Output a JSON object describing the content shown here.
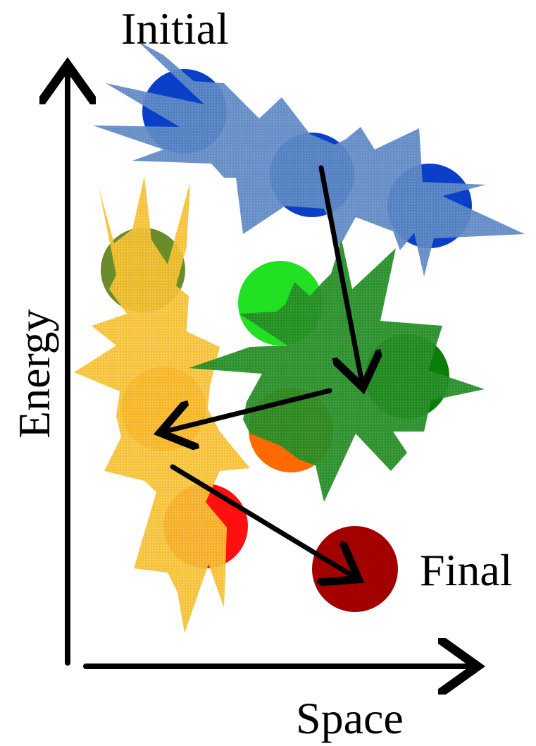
{
  "labels": {
    "initial": "Initial",
    "final": "Final",
    "x_axis": "Space",
    "y_axis": "Energy"
  },
  "colors": {
    "blue_blob": "#5b86c2",
    "yellow_blob": "#f7c030",
    "green_blob": "#2a8a2a",
    "blue_circle": "#0a3fc8",
    "olive_circle": "#6b8c2a",
    "bright_green_circle": "#22e022",
    "dark_green_circle": "#0a7d0a",
    "orange_circle": "#ff6a00",
    "red_circle": "#ff1010",
    "dark_red_circle": "#a30000",
    "axis": "#000000",
    "arrow": "#000000"
  },
  "icons": {
    "state_marker": "circle",
    "neighborhood_marker": "star-burst"
  }
}
